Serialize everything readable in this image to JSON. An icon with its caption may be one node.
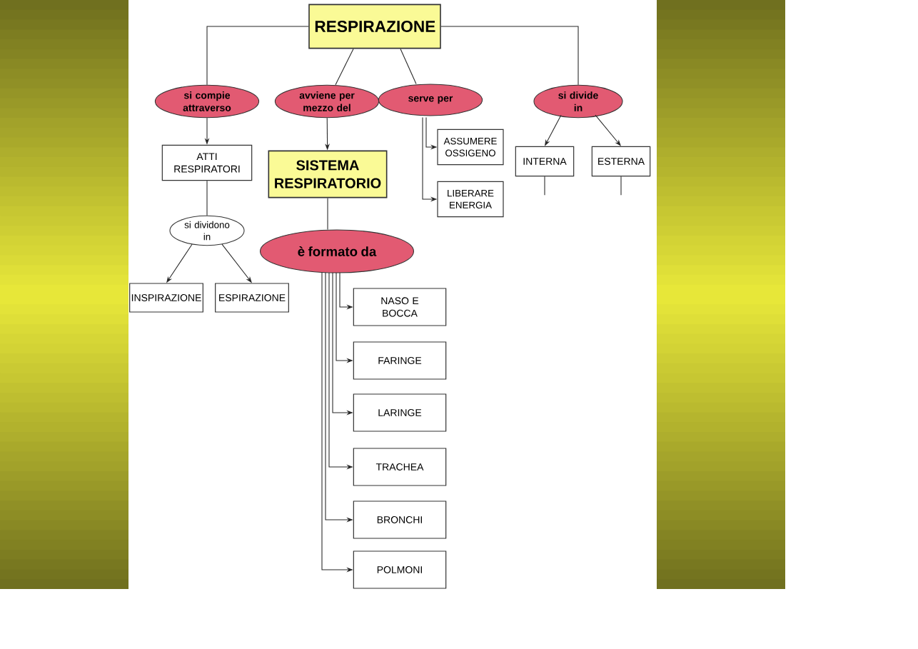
{
  "diagram": {
    "nodes": [
      {
        "text": [
          "RESPIRAZIONE"
        ]
      },
      {
        "text": [
          "si compie attraverso"
        ]
      },
      {
        "text": [
          "avviene per mezzo del"
        ]
      },
      {
        "text": [
          "serve per"
        ]
      },
      {
        "text": [
          "si divide in"
        ]
      },
      {
        "text": [
          "ATTI RESPIRATORI"
        ]
      },
      {
        "text": [
          "SISTEMA RESPIRATORIO"
        ]
      },
      {
        "text": [
          "ASSUMERE OSSIGENO"
        ]
      },
      {
        "text": [
          "LIBERARE ENERGIA"
        ]
      },
      {
        "text": [
          "INTERNA"
        ]
      },
      {
        "text": [
          "ESTERNA"
        ]
      },
      {
        "text": [
          "si dividono in"
        ]
      },
      {
        "text": [
          "è formato da"
        ]
      },
      {
        "text": [
          "INSPIRAZIONE"
        ]
      },
      {
        "text": [
          "ESPIRAZIONE"
        ]
      },
      {
        "text": [
          "NASO E BOCCA"
        ]
      },
      {
        "text": [
          "FARINGE"
        ]
      },
      {
        "text": [
          "LARINGE"
        ]
      },
      {
        "text": [
          "TRACHEA"
        ]
      },
      {
        "text": [
          "BRONCHI"
        ]
      },
      {
        "text": [
          "POLMONI"
        ]
      }
    ],
    "edges": [
      {
        "from": 0,
        "to": 1,
        "arrow": "none"
      },
      {
        "from": 0,
        "to": 2,
        "arrow": "none"
      },
      {
        "from": 0,
        "to": 3,
        "arrow": "none"
      },
      {
        "from": 0,
        "to": 4,
        "arrow": "none"
      },
      {
        "from": 1,
        "to": 5,
        "arrow": "to"
      },
      {
        "from": 2,
        "to": 6,
        "arrow": "to"
      },
      {
        "from": 3,
        "to": 7,
        "arrow": "to"
      },
      {
        "from": 3,
        "to": 8,
        "arrow": "to"
      },
      {
        "from": 4,
        "to": 9,
        "arrow": "to"
      },
      {
        "from": 4,
        "to": 10,
        "arrow": "to"
      },
      {
        "from": 9,
        "to": null,
        "arrow": "none"
      },
      {
        "from": 10,
        "to": null,
        "arrow": "none"
      },
      {
        "from": 5,
        "to": 11,
        "arrow": "none"
      },
      {
        "from": 11,
        "to": 13,
        "arrow": "to"
      },
      {
        "from": 11,
        "to": 14,
        "arrow": "to"
      },
      {
        "from": 6,
        "to": 12,
        "arrow": "none"
      },
      {
        "from": 12,
        "to": 15,
        "arrow": "to"
      },
      {
        "from": 12,
        "to": 16,
        "arrow": "to"
      },
      {
        "from": 12,
        "to": 17,
        "arrow": "to"
      },
      {
        "from": 12,
        "to": 18,
        "arrow": "to"
      },
      {
        "from": 12,
        "to": 19,
        "arrow": "to"
      },
      {
        "from": 12,
        "to": 20,
        "arrow": "to"
      }
    ]
  }
}
